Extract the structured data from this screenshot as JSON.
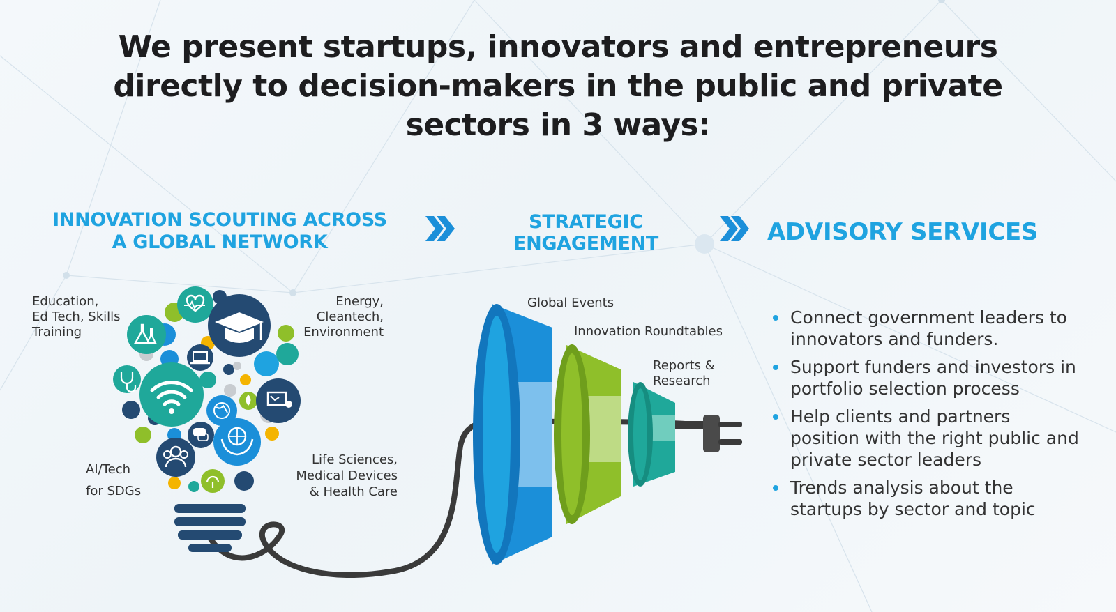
{
  "headline": {
    "line1": "We present startups, innovators and entrepreneurs",
    "line2": "directly to decision-makers in the public and private",
    "line3": "sectors in 3 ways:"
  },
  "columns": {
    "scouting": {
      "line1": "INNOVATION SCOUTING ACROSS",
      "line2": "A GLOBAL NETWORK"
    },
    "engagement": {
      "line1": "STRATEGIC",
      "line2": "ENGAGEMENT"
    },
    "advisory": {
      "title": "ADVISORY SERVICES"
    }
  },
  "sectors": {
    "education": {
      "line1": "Education,",
      "line2": "Ed Tech, Skills",
      "line3": "Training"
    },
    "energy": {
      "line1": "Energy,",
      "line2": "Cleantech,",
      "line3": "Environment"
    },
    "ai_tech": {
      "line1": "AI/Tech",
      "line2": "for SDGs"
    },
    "life_sciences": {
      "line1": "Life Sciences,",
      "line2": "Medical Devices",
      "line3": "& Health Care"
    }
  },
  "engagement_items": {
    "global_events": "Global Events",
    "roundtables": "Innovation Roundtables",
    "reports": {
      "line1": "Reports &",
      "line2": "Research"
    }
  },
  "advisory_bullets": [
    {
      "line1": "Connect government leaders to",
      "line2": "innovators and funders."
    },
    {
      "line1": "Support funders and investors in",
      "line2": "portfolio selection process"
    },
    {
      "line1": "Help clients and partners",
      "line2": "position with the right public and",
      "line3": "private sector leaders"
    },
    {
      "line1": "Trends analysis about the",
      "line2": "startups by sector and topic"
    }
  ],
  "colors": {
    "accent_blue": "#1fa3e0",
    "dark_navy": "#244a72",
    "funnel_blue": "#1b8fd9",
    "funnel_green": "#8fbf2a",
    "funnel_teal": "#1fa89a",
    "cable": "#3a3a3a"
  },
  "icons": [
    "heart-monitor-icon",
    "graduation-cap-icon",
    "science-flasks-icon",
    "laptop-icon",
    "stethoscope-icon",
    "wifi-icon",
    "globe-icon",
    "presentation-icon",
    "leaf-drop-icon",
    "chat-bubbles-icon",
    "people-icon",
    "globe-in-hands-icon",
    "recycle-tree-icon",
    "plug-icon",
    "chevron-double-right-icon"
  ]
}
